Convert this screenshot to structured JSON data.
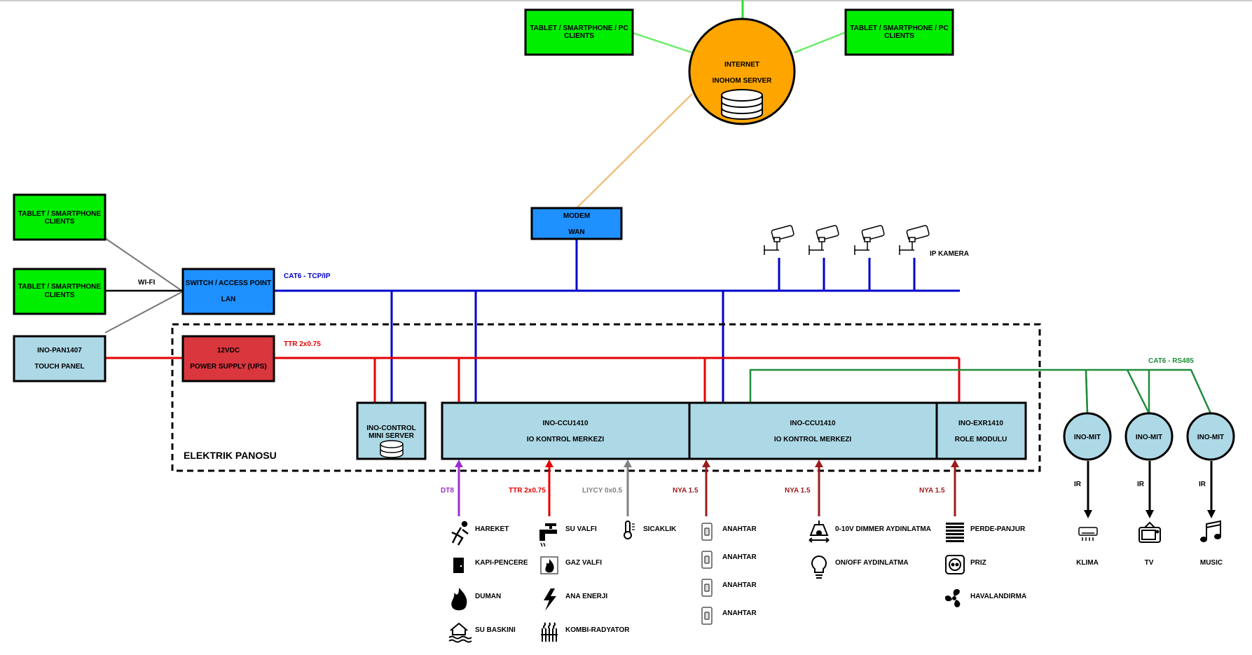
{
  "nodes": {
    "internet": {
      "line1": "INTERNET",
      "line2": "INOHOM SERVER"
    },
    "clients_top_left": {
      "line1": "TABLET / SMARTPHONE / PC",
      "line2": "CLIENTS"
    },
    "clients_top_right": {
      "line1": "TABLET / SMARTPHONE / PC",
      "line2": "CLIENTS"
    },
    "modem": {
      "line1": "MODEM",
      "line2": "WAN"
    },
    "clients_left_1": {
      "line1": "TABLET / SMARTPHONE",
      "line2": "CLIENTS"
    },
    "clients_left_2": {
      "line1": "TABLET / SMARTPHONE",
      "line2": "CLIENTS"
    },
    "touch_panel": {
      "line1": "INO-PAN1407",
      "line2": "TOUCH PANEL"
    },
    "switch": {
      "line1": "SWITCH / ACCESS POINT",
      "line2": "LAN"
    },
    "power": {
      "line1": "12VDC",
      "line2": "POWER SUPPLY (UPS)"
    },
    "mini_server": {
      "line1": "INO-CONTROL",
      "line2": "MINI SERVER"
    },
    "ccu1": {
      "line1": "INO-CCU1410",
      "line2": "IO KONTROL MERKEZI"
    },
    "ccu2": {
      "line1": "INO-CCU1410",
      "line2": "IO KONTROL MERKEZI"
    },
    "exr": {
      "line1": "INO-EXR1410",
      "line2": "ROLE MODULU"
    },
    "mit": [
      "INO-MIT",
      "INO-MIT",
      "INO-MIT"
    ]
  },
  "labels": {
    "wifi": "WI-FI",
    "cat6_tcp": "CAT6 - TCP/IP",
    "ttr_main": "TTR 2x0.75",
    "ip_kamera": "IP KAMERA",
    "panel": "ELEKTRIK PANOSU",
    "cat6_rs485": "CAT6 - RS485",
    "ir": [
      "IR",
      "IR",
      "IR"
    ],
    "dt8": "DT8",
    "ttr_io": "TTR 2x0.75",
    "liycy": "LIYCY 0x0.5",
    "nya_1": "NYA 1.5",
    "nya_2": "NYA 1.5",
    "nya_3": "NYA 1.5"
  },
  "devices": {
    "col1": [
      "HAREKET",
      "KAPI-PENCERE",
      "DUMAN",
      "SU BASKINI"
    ],
    "col2": [
      "SU VALFI",
      "GAZ VALFI",
      "ANA ENERJI",
      "KOMBI-RADYATOR"
    ],
    "col3": [
      "SICAKLIK"
    ],
    "col4": [
      "ANAHTAR",
      "ANAHTAR",
      "ANAHTAR",
      "ANAHTAR"
    ],
    "col5": [
      "0-10V DIMMER AYDINLATMA",
      "ON/OFF AYDINLATMA"
    ],
    "col6": [
      "PERDE-PANJUR",
      "PRIZ",
      "HAVALANDIRMA"
    ],
    "ir_devices": [
      "KLIMA",
      "TV",
      "MUSIC"
    ]
  },
  "colors": {
    "client_green": "#00ee00",
    "net_blue": "#1e90ff",
    "module_lightblue": "#add8e6",
    "power_red": "#d9363e",
    "internet_orange": "#ffa500",
    "lan_line": "#0000cc",
    "power_line": "#e60000",
    "rs485_line": "#1f8c3a",
    "dt8_line": "#9b30d0",
    "liycy_line": "#808080",
    "nya_line": "#9b1c1c"
  }
}
